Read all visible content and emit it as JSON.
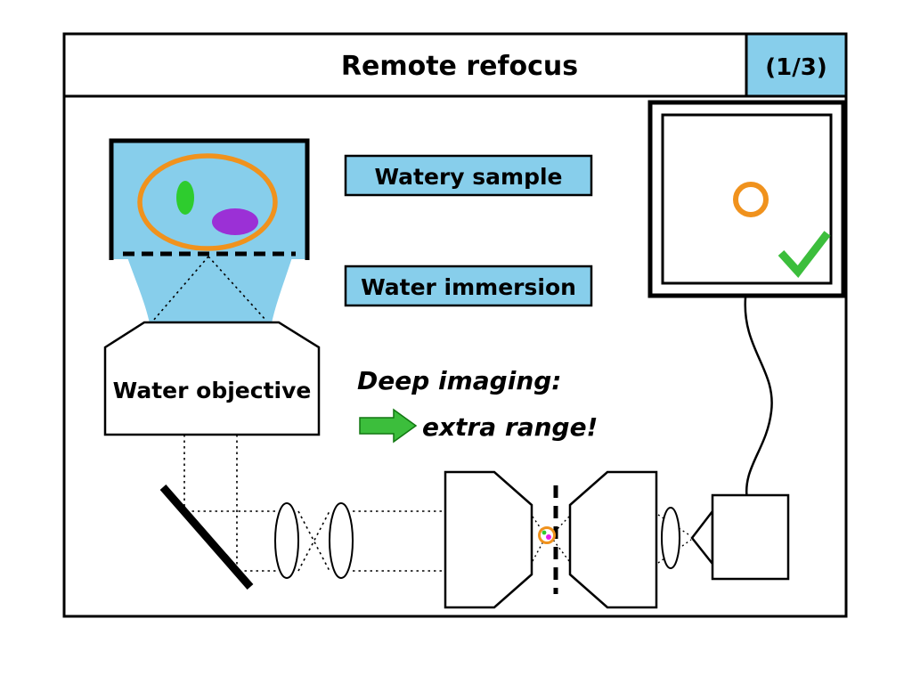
{
  "slide": {
    "title": "Remote refocus",
    "page_indicator": "(1/3)"
  },
  "labels": {
    "watery_sample": "Watery sample",
    "water_immersion": "Water immersion",
    "water_objective": "Water objective",
    "deep_imaging": "Deep imaging:",
    "extra_range": "extra range!"
  },
  "icons": {
    "checkmark": "checkmark-icon",
    "arrow": "green-right-arrow-icon"
  },
  "colors": {
    "water_blue": "#87CEEB",
    "highlight_box_blue": "#87CEEB",
    "cell_ring_orange": "#F0921D",
    "organelle_green": "#2ECC2E",
    "organelle_purple": "#9B30D6",
    "checkmark_green": "#3CBE3C",
    "arrow_green": "#3CBE3C",
    "magenta_dot": "#E91EE9",
    "outline_black": "#000000"
  }
}
